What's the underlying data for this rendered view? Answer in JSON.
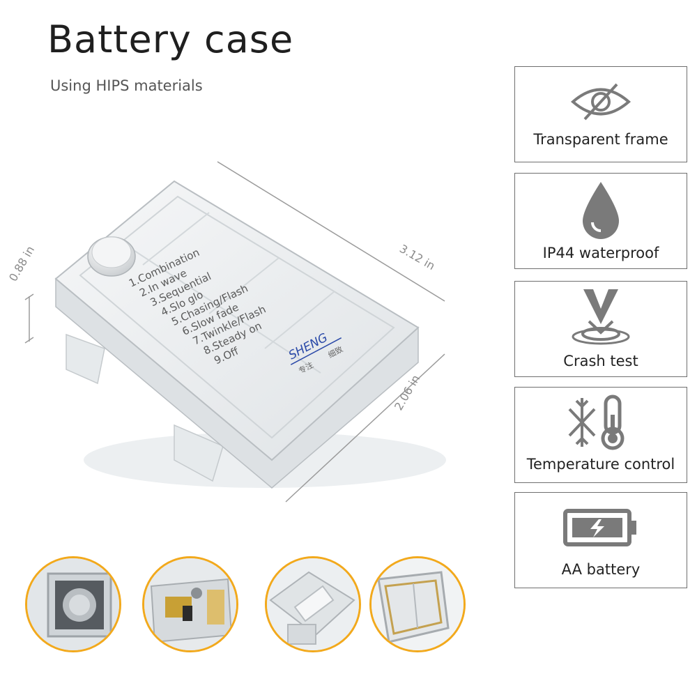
{
  "header": {
    "title": "Battery case",
    "subtitle": "Using HIPS materials"
  },
  "product": {
    "dimensions": {
      "height": "0.88 in",
      "length": "3.12 in",
      "width": "2.06 in"
    },
    "modes": [
      "1.Combination",
      "2.In wave",
      "3.Sequential",
      "4.Slo glo",
      "5.Chasing/Flash",
      "6.Slow fade",
      "7.Twinkle/Flash",
      "8.Steady on",
      "9.Off"
    ],
    "brand": "SHENG",
    "brand_tagline_left": "专注",
    "brand_tagline_right": "细致"
  },
  "features": [
    {
      "icon": "eye-slash-icon",
      "label": "Transparent frame"
    },
    {
      "icon": "water-drop-icon",
      "label": "IP44 waterproof"
    },
    {
      "icon": "impact-icon",
      "label": "Crash test"
    },
    {
      "icon": "thermometer-snowflake-icon",
      "label": "Temperature control"
    },
    {
      "icon": "battery-icon",
      "label": "AA battery"
    }
  ],
  "colors": {
    "accent": "#f2a91c",
    "border": "#6e6e6e",
    "icon": "#7a7a7a",
    "brand": "#2a49a8"
  }
}
